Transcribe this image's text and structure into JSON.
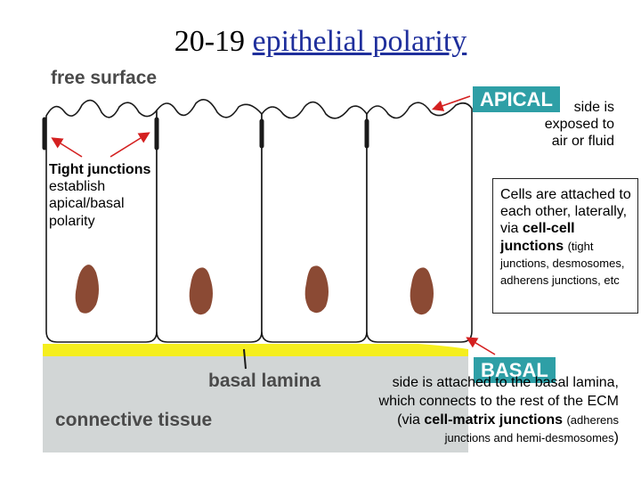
{
  "title": {
    "number": "20-19",
    "topic": "epithelial polarity"
  },
  "labels": {
    "free_surface": "free surface",
    "basal_lamina": "basal lamina",
    "connective_tissue": "connective tissue",
    "apical_badge": "APICAL",
    "basal_badge": "BASAL"
  },
  "notes": {
    "apical": "side is exposed to air or fluid",
    "tight_bold": "Tight junctions",
    "tight_rest": "establish apical/basal polarity",
    "cells_intro": "Cells are attached to each other, laterally, via",
    "cells_bold": "cell-cell junctions",
    "cells_small": "(tight junctions, desmosomes, adherens junctions, etc",
    "basal_intro": "side is attached to the basal lamina, which connects to the rest of the ECM (via",
    "basal_bold": "cell-matrix junctions",
    "basal_small": "(adherens junctions and hemi-desmosomes",
    "basal_close": ")"
  },
  "colors": {
    "badge": "#2e9fa6",
    "nucleus": "#8b4a34",
    "basal_lamina_band": "#f5ee1e",
    "connective_tissue": "#d2d6d6",
    "arrow": "#d42020",
    "title_accent": "#1f2f9c"
  }
}
